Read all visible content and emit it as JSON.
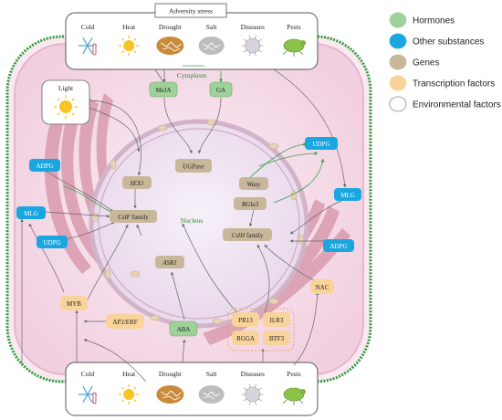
{
  "colors": {
    "hormone": "#9fd29a",
    "other": "#1aa7e0",
    "gene": "#c9b79a",
    "tf": "#f8d39a",
    "env": "#ffffff",
    "cell_fill": "#f7e2ec",
    "cell_wall": "#2e9a3c",
    "arrow": "#666666",
    "green_arrow": "#3aa04a"
  },
  "top_box": {
    "title": "Adversity stress",
    "factors": [
      "Cold",
      "Heat",
      "Drought",
      "Salt",
      "Diseases",
      "Pests"
    ]
  },
  "bottom_box": {
    "factors": [
      "Cold",
      "Heat",
      "Drought",
      "Salt",
      "Diseases",
      "Pests"
    ]
  },
  "light": {
    "label": "Light"
  },
  "compartments": {
    "cytoplasm": "Cytoplasm",
    "nucleus": "Nucleus"
  },
  "hormones": {
    "meja": "MeJA",
    "ga": "GA",
    "aba": "ABA"
  },
  "other_substances": {
    "adpg_left": "ADPG",
    "mlg_left": "MLG",
    "udpg_left": "UDPG",
    "udpg_right": "UDPG",
    "mlg_right": "MLG",
    "adpg_right": "ADPG"
  },
  "genes": {
    "ugpase": "UGPase",
    "sex1": "SEX1",
    "waxy": "Waxy",
    "bglu3": "BGlu3",
    "cslf": "CslF",
    "cslf_suffix": " family",
    "asr1": "ASR1",
    "cslh": "CslH",
    "cslh_suffix": " family"
  },
  "transcription_factors": {
    "myb": "MYB",
    "ap2erf": "AP2/ERF",
    "nac": "NAC",
    "pr13": "PR13",
    "ilr3": "ILR3",
    "rgga": "RGGA",
    "btf3": "BTF3"
  },
  "legend": [
    {
      "label": "Hormones",
      "color": "#9fd29a"
    },
    {
      "label": "Other substances",
      "color": "#1aa7e0"
    },
    {
      "label": "Genes",
      "color": "#c9b79a"
    },
    {
      "label": "Transcription factors",
      "color": "#f8d39a"
    },
    {
      "label": "Environmental factors",
      "color": "#ffffff"
    }
  ]
}
